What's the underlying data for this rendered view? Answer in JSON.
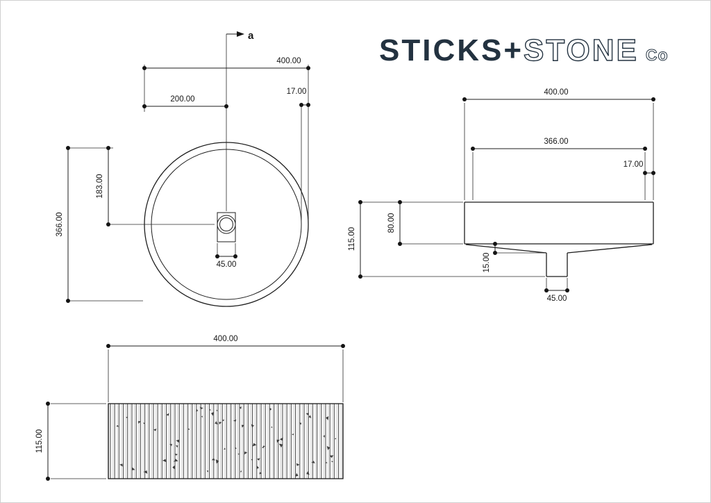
{
  "sheet": {
    "background": "#ffffff",
    "border_color": "#cfcfcf",
    "line_color": "#1c1c1c"
  },
  "logo": {
    "solid": "STICKS+",
    "outline": "STONE",
    "suffix": "Co",
    "brand_color": "#233240"
  },
  "views": {
    "top": {
      "name": "top-view",
      "section_marker": "a",
      "dims": {
        "overall_width": "400.00",
        "half_width": "200.00",
        "rim_thickness": "17.00",
        "inner_diameter": "366.00",
        "center_offset": "183.00",
        "drain_width": "45.00"
      }
    },
    "section": {
      "name": "section-view",
      "dims": {
        "overall_width": "400.00",
        "inner_width": "366.00",
        "rim_thickness": "17.00",
        "overall_height": "115.00",
        "bowl_depth": "80.00",
        "base_thickness": "15.00",
        "drain_width": "45.00"
      }
    },
    "front": {
      "name": "front-view",
      "dims": {
        "overall_width": "400.00",
        "overall_height": "115.00"
      }
    }
  }
}
